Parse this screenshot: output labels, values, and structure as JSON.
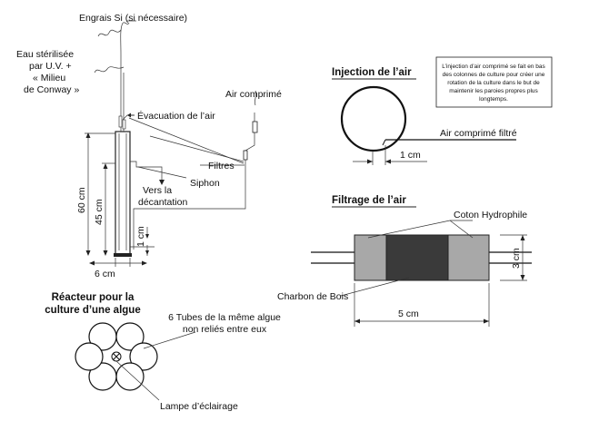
{
  "reactor": {
    "silica_label": "Engrais Si (si nécessaire)",
    "water_line1": "Eau stérilisée",
    "water_line2": "par U.V. +",
    "water_line3": "« Milieu",
    "water_line4": "de Conway »",
    "exhaust_label": "Évacuation de l’air",
    "compressed_air_label": "Air comprimé",
    "filters_label": "Filtres",
    "decant_line1": "Vers la",
    "decant_line2": "décantation",
    "siphon_label": "Siphon",
    "height_total": "60 cm",
    "height_siphon": "45 cm",
    "height_bottom": "1 cm",
    "width": "6 cm"
  },
  "injection": {
    "title": "Injection de l’air",
    "note_lines": [
      "L’injection d’air comprimé se fait en bas",
      "des colonnes de culture pour créer une",
      "rotation de la culture dans le but de",
      "maintenir les paroies propres plus",
      "longtemps."
    ],
    "filtered_air_label": "Air comprimé filtré",
    "offset": "1 cm"
  },
  "filtration": {
    "title": "Filtrage de l’air",
    "cotton_label": "Coton Hydrophile",
    "charcoal_label": "Charbon de Bois",
    "height": "3 cm",
    "length": "5 cm"
  },
  "cross_section": {
    "title_line1": "Réacteur pour la",
    "title_line2": "culture d’une algue",
    "tubes_line1": "6 Tubes de la même algue",
    "tubes_line2": "non reliés entre eux",
    "lamp_label": "Lampe d’éclairage"
  },
  "colors": {
    "cotton": "#a8a8a8",
    "charcoal": "#3a3a3a",
    "line": "#222222"
  }
}
